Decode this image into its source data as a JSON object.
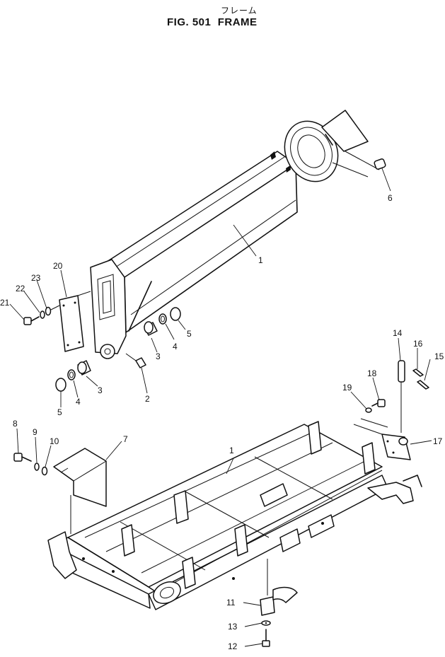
{
  "figure": {
    "title_japanese": "フレーム",
    "title": "FIG. 501  FRAME"
  },
  "callouts": [
    {
      "id": "c1a",
      "text": "1"
    },
    {
      "id": "c1b",
      "text": "1"
    },
    {
      "id": "c2",
      "text": "2"
    },
    {
      "id": "c3a",
      "text": "3"
    },
    {
      "id": "c3b",
      "text": "3"
    },
    {
      "id": "c4a",
      "text": "4"
    },
    {
      "id": "c4b",
      "text": "4"
    },
    {
      "id": "c5a",
      "text": "5"
    },
    {
      "id": "c5b",
      "text": "5"
    },
    {
      "id": "c6",
      "text": "6"
    },
    {
      "id": "c7",
      "text": "7"
    },
    {
      "id": "c8",
      "text": "8"
    },
    {
      "id": "c9",
      "text": "9"
    },
    {
      "id": "c10",
      "text": "10"
    },
    {
      "id": "c11",
      "text": "11"
    },
    {
      "id": "c12",
      "text": "12"
    },
    {
      "id": "c13",
      "text": "13"
    },
    {
      "id": "c14",
      "text": "14"
    },
    {
      "id": "c15",
      "text": "15"
    },
    {
      "id": "c16",
      "text": "16"
    },
    {
      "id": "c17",
      "text": "17"
    },
    {
      "id": "c18",
      "text": "18"
    },
    {
      "id": "c19",
      "text": "19"
    },
    {
      "id": "c20",
      "text": "20"
    },
    {
      "id": "c21",
      "text": "21"
    },
    {
      "id": "c22",
      "text": "22"
    },
    {
      "id": "c23",
      "text": "23"
    }
  ]
}
